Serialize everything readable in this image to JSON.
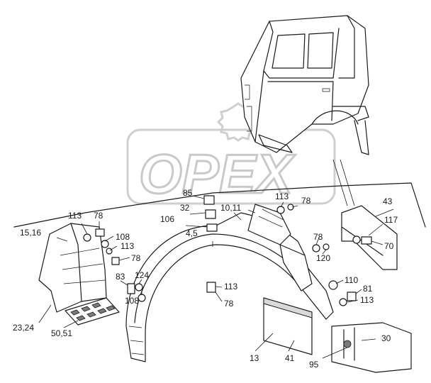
{
  "watermark": {
    "text": "OPEX"
  },
  "callouts": [
    {
      "id": "c85",
      "text": "85"
    },
    {
      "id": "c113a",
      "text": "113"
    },
    {
      "id": "c78a",
      "text": "78"
    },
    {
      "id": "c43",
      "text": "43"
    },
    {
      "id": "c32",
      "text": "32"
    },
    {
      "id": "c10_11",
      "text": "10,11"
    },
    {
      "id": "c106",
      "text": "106"
    },
    {
      "id": "c113b",
      "text": "113"
    },
    {
      "id": "c78b",
      "text": "78"
    },
    {
      "id": "c117",
      "text": "117"
    },
    {
      "id": "c15_16",
      "text": "15,16"
    },
    {
      "id": "c4_5",
      "text": "4,5"
    },
    {
      "id": "c108a",
      "text": "108"
    },
    {
      "id": "c113c",
      "text": "113"
    },
    {
      "id": "c78c",
      "text": "78"
    },
    {
      "id": "c70",
      "text": "70"
    },
    {
      "id": "c78d",
      "text": "78"
    },
    {
      "id": "c120",
      "text": "120"
    },
    {
      "id": "c83",
      "text": "83"
    },
    {
      "id": "c124",
      "text": "124"
    },
    {
      "id": "c110",
      "text": "110"
    },
    {
      "id": "c113d",
      "text": "113"
    },
    {
      "id": "c81",
      "text": "81"
    },
    {
      "id": "c108b",
      "text": "108"
    },
    {
      "id": "c113e",
      "text": "113"
    },
    {
      "id": "c78e",
      "text": "78"
    },
    {
      "id": "c23_24",
      "text": "23,24"
    },
    {
      "id": "c50_51",
      "text": "50,51"
    },
    {
      "id": "c30",
      "text": "30"
    },
    {
      "id": "c13",
      "text": "13"
    },
    {
      "id": "c41",
      "text": "41"
    },
    {
      "id": "c95",
      "text": "95"
    }
  ]
}
